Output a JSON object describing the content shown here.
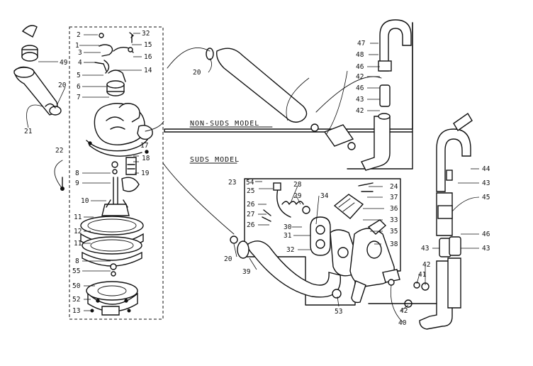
{
  "diagram": {
    "section_titles": {
      "non_suds": "NON-SUDS MODEL",
      "suds": "SUDS MODEL"
    },
    "callouts": [
      {
        "id": "c1",
        "text": "2"
      },
      {
        "id": "c2",
        "text": "32"
      },
      {
        "id": "c3",
        "text": "1"
      },
      {
        "id": "c4",
        "text": "15"
      },
      {
        "id": "c5",
        "text": "3"
      },
      {
        "id": "c6",
        "text": "16"
      },
      {
        "id": "c7",
        "text": "4"
      },
      {
        "id": "c8",
        "text": "14"
      },
      {
        "id": "c9",
        "text": "49"
      },
      {
        "id": "c10",
        "text": "5"
      },
      {
        "id": "c11",
        "text": "6"
      },
      {
        "id": "c12",
        "text": "7"
      },
      {
        "id": "c13",
        "text": "20"
      },
      {
        "id": "c14",
        "text": "21"
      },
      {
        "id": "c15",
        "text": "22"
      },
      {
        "id": "c16",
        "text": "17"
      },
      {
        "id": "c17",
        "text": "18"
      },
      {
        "id": "c18",
        "text": "8"
      },
      {
        "id": "c19",
        "text": "9"
      },
      {
        "id": "c20",
        "text": "19"
      },
      {
        "id": "c21",
        "text": "10"
      },
      {
        "id": "c22",
        "text": "11"
      },
      {
        "id": "c23",
        "text": "12"
      },
      {
        "id": "c24",
        "text": "11"
      },
      {
        "id": "c25",
        "text": "8"
      },
      {
        "id": "c26",
        "text": "55"
      },
      {
        "id": "c27",
        "text": "50"
      },
      {
        "id": "c28",
        "text": "52"
      },
      {
        "id": "c29",
        "text": "13"
      },
      {
        "id": "c30",
        "text": "20"
      },
      {
        "id": "c31",
        "text": "47"
      },
      {
        "id": "c32",
        "text": "48"
      },
      {
        "id": "c33",
        "text": "46"
      },
      {
        "id": "c34",
        "text": "42"
      },
      {
        "id": "c35",
        "text": "46"
      },
      {
        "id": "c36",
        "text": "43"
      },
      {
        "id": "c37",
        "text": "42"
      },
      {
        "id": "c38",
        "text": "23"
      },
      {
        "id": "c39",
        "text": "54"
      },
      {
        "id": "c40",
        "text": "25"
      },
      {
        "id": "c41",
        "text": "28"
      },
      {
        "id": "c42",
        "text": "29"
      },
      {
        "id": "c43",
        "text": "34"
      },
      {
        "id": "c44",
        "text": "24"
      },
      {
        "id": "c45",
        "text": "37"
      },
      {
        "id": "c46",
        "text": "36"
      },
      {
        "id": "c47",
        "text": "26"
      },
      {
        "id": "c48",
        "text": "27"
      },
      {
        "id": "c49",
        "text": "26"
      },
      {
        "id": "c50",
        "text": "30"
      },
      {
        "id": "c51",
        "text": "31"
      },
      {
        "id": "c52",
        "text": "33"
      },
      {
        "id": "c53",
        "text": "35"
      },
      {
        "id": "c54",
        "text": "38"
      },
      {
        "id": "c55",
        "text": "32"
      },
      {
        "id": "c56",
        "text": "20"
      },
      {
        "id": "c57",
        "text": "39"
      },
      {
        "id": "c58",
        "text": "53"
      },
      {
        "id": "c59",
        "text": "44"
      },
      {
        "id": "c60",
        "text": "43"
      },
      {
        "id": "c61",
        "text": "45"
      },
      {
        "id": "c62",
        "text": "46"
      },
      {
        "id": "c63",
        "text": "43"
      },
      {
        "id": "c64",
        "text": "43"
      },
      {
        "id": "c65",
        "text": "42"
      },
      {
        "id": "c66",
        "text": "41"
      },
      {
        "id": "c67",
        "text": "42"
      },
      {
        "id": "c68",
        "text": "40"
      }
    ]
  }
}
